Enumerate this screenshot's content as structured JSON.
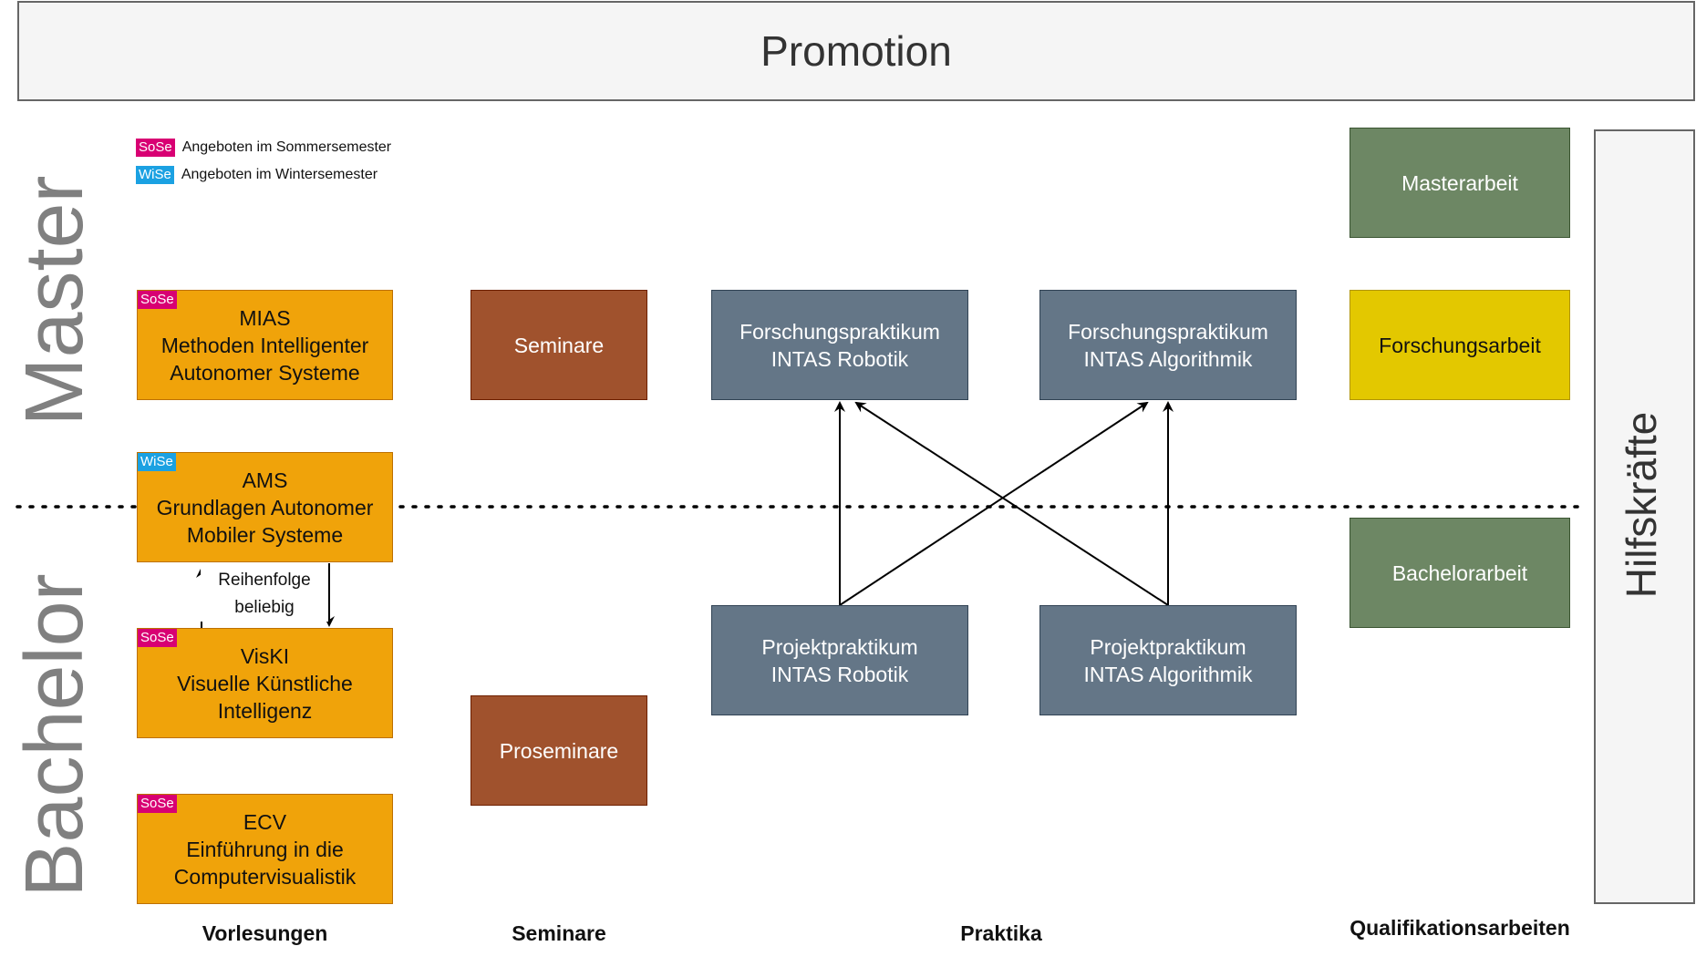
{
  "header": {
    "title": "Promotion"
  },
  "side_labels": {
    "master": "Master",
    "bachelor": "Bachelor",
    "assistants": "Hilfskräfte"
  },
  "legend": [
    {
      "badge": "SoSe",
      "text": "Angeboten im Sommersemester",
      "color": "#d80073"
    },
    {
      "badge": "WiSe",
      "text": "Angeboten im Wintersemester",
      "color": "#1ba1e2"
    }
  ],
  "lectures": [
    {
      "title": "MIAS\nMethoden Intelligenter\nAutonomer Systeme",
      "badge": "SoSe"
    },
    {
      "title": "AMS\nGrundlagen Autonomer\nMobiler Systeme",
      "badge": "WiSe"
    },
    {
      "title": "VisKI\nVisuelle Künstliche\nIntelligenz",
      "badge": "SoSe"
    },
    {
      "title": "ECV\nEinführung in die\nComputervisualistik",
      "badge": "SoSe"
    }
  ],
  "order_note": "Reihenfolge\nbeliebig",
  "seminars": {
    "master": "Seminare",
    "bachelor": "Proseminare"
  },
  "practicals": {
    "research_robotics": "Forschungspraktikum\nINTAS Robotik",
    "research_algorithmics": "Forschungspraktikum\nINTAS Algorithmik",
    "project_robotics": "Projektpraktikum\nINTAS Robotik",
    "project_algorithmics": "Projektpraktikum\nINTAS Algorithmik"
  },
  "theses": {
    "master": "Masterarbeit",
    "research": "Forschungsarbeit",
    "bachelor": "Bachelorarbeit"
  },
  "column_labels": {
    "lectures": "Vorlesungen",
    "seminars": "Seminare",
    "practicals": "Praktika",
    "theses": "Qualifikationsarbeiten"
  },
  "colors": {
    "lecture": "#f0a30a",
    "seminar": "#a0522d",
    "practical": "#647687",
    "thesis": "#6d8764",
    "research": "#e3c800",
    "sose": "#d80073",
    "wise": "#1ba1e2"
  }
}
